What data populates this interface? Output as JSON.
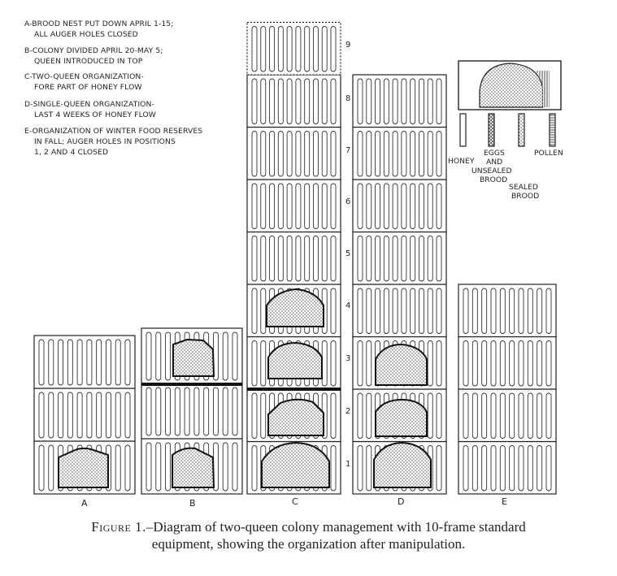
{
  "legend": [
    {
      "id": "A",
      "line1": "A-BROOD NEST PUT DOWN APRIL 1-15;",
      "line2": "ALL AUGER HOLES CLOSED"
    },
    {
      "id": "B",
      "line1": "B-COLONY DIVIDED APRIL 20-MAY 5;",
      "line2": "QUEEN INTRODUCED IN TOP"
    },
    {
      "id": "C",
      "line1": "C-TWO-QUEEN ORGANIZATION-",
      "line2": "FORE PART OF HONEY FLOW"
    },
    {
      "id": "D",
      "line1": "D-SINGLE-QUEEN ORGANIZATION-",
      "line2": "LAST 4 WEEKS OF HONEY FLOW"
    },
    {
      "id": "E",
      "line1": "E-ORGANIZATION OF WINTER FOOD RESERVES",
      "line2": "IN FALL; AUGER HOLES IN POSITIONS",
      "line3": "1, 2 AND 4 CLOSED"
    }
  ],
  "key": {
    "honey": "HONEY",
    "eggs_line1": "EGGS",
    "eggs_line2": "AND",
    "eggs_line3": "UNSEALED",
    "eggs_line4": "BROOD",
    "sealed_line1": "SEALED",
    "sealed_line2": "BROOD",
    "pollen": "POLLEN"
  },
  "hives": [
    {
      "label": "A",
      "supers": 3
    },
    {
      "label": "B",
      "supers": 3
    },
    {
      "label": "C",
      "supers": 9
    },
    {
      "label": "D",
      "supers": 8
    },
    {
      "label": "E",
      "supers": 4
    }
  ],
  "positions": [
    "1",
    "2",
    "3",
    "4",
    "5",
    "6",
    "7",
    "8",
    "9"
  ],
  "caption": {
    "figure_word": "Figure 1.",
    "line1_rest": "–Diagram of two-queen colony management with 10-frame standard",
    "line2": "equipment, showing the organization after manipulation."
  },
  "colors": {
    "ink": "#222222",
    "paper": "#ffffff"
  }
}
